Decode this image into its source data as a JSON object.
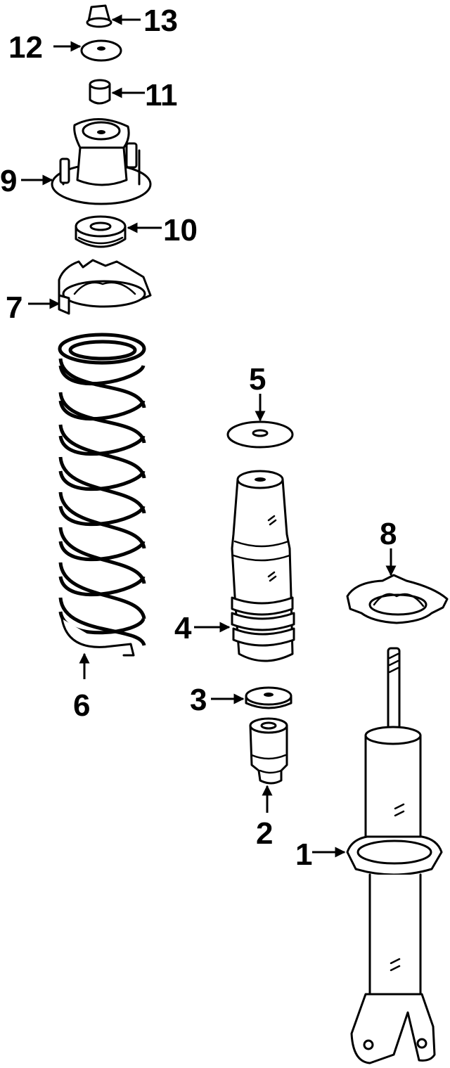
{
  "callouts": [
    {
      "id": "1",
      "text": "1"
    },
    {
      "id": "2",
      "text": "2"
    },
    {
      "id": "3",
      "text": "3"
    },
    {
      "id": "4",
      "text": "4"
    },
    {
      "id": "5",
      "text": "5"
    },
    {
      "id": "6",
      "text": "6"
    },
    {
      "id": "7",
      "text": "7"
    },
    {
      "id": "8",
      "text": "8"
    },
    {
      "id": "9",
      "text": "9"
    },
    {
      "id": "10",
      "text": "10"
    },
    {
      "id": "11",
      "text": "11"
    },
    {
      "id": "12",
      "text": "12"
    },
    {
      "id": "13",
      "text": "13"
    }
  ],
  "colors": {
    "ink": "#000000",
    "paper": "#ffffff"
  }
}
